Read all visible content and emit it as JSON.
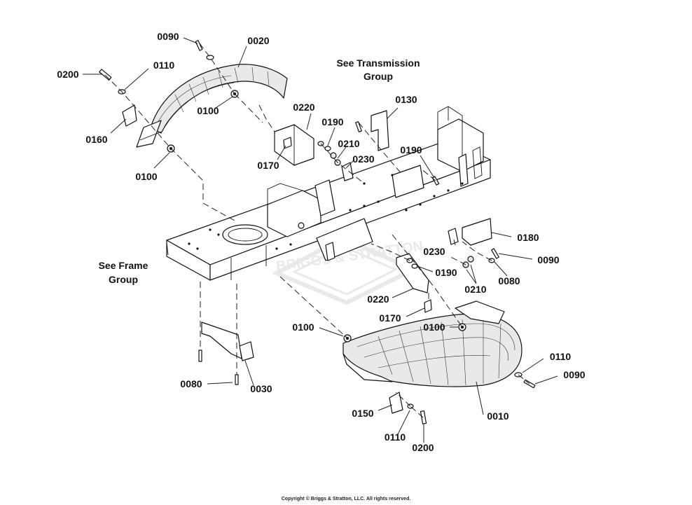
{
  "diagram": {
    "callouts": {
      "p0090_top": "0090",
      "p0020": "0020",
      "p0200_left": "0200",
      "p0110_top": "0110",
      "p0100_top": "0100",
      "p0160": "0160",
      "p0100_left": "0100",
      "p0220_top": "0220",
      "p0190_top": "0190",
      "p0210_top": "0210",
      "p0230_top": "0230",
      "p0170_top": "0170",
      "p0130": "0130",
      "p0190_right": "0190",
      "p0180": "0180",
      "p0230_mid": "0230",
      "p0090_right": "0090",
      "p0190_mid": "0190",
      "p0210_mid": "0210",
      "p0080_right": "0080",
      "p0220_low": "0220",
      "p0170_low": "0170",
      "p0100_low_left": "0100",
      "p0100_low_right": "0100",
      "p0110_right": "0110",
      "p0090_bottom": "0090",
      "p0080_left": "0080",
      "p0030": "0030",
      "p0150": "0150",
      "p0010": "0010",
      "p0110_bottom": "0110",
      "p0200_bottom": "0200"
    },
    "references": {
      "transmission_line1": "See Transmission",
      "transmission_line2": "Group",
      "frame_line1": "See Frame",
      "frame_line2": "Group"
    },
    "watermark_text": "BRIGGS & STRATTON"
  },
  "footer": {
    "copyright": "Copyright © Briggs & Stratton, LLC. All rights reserved."
  }
}
